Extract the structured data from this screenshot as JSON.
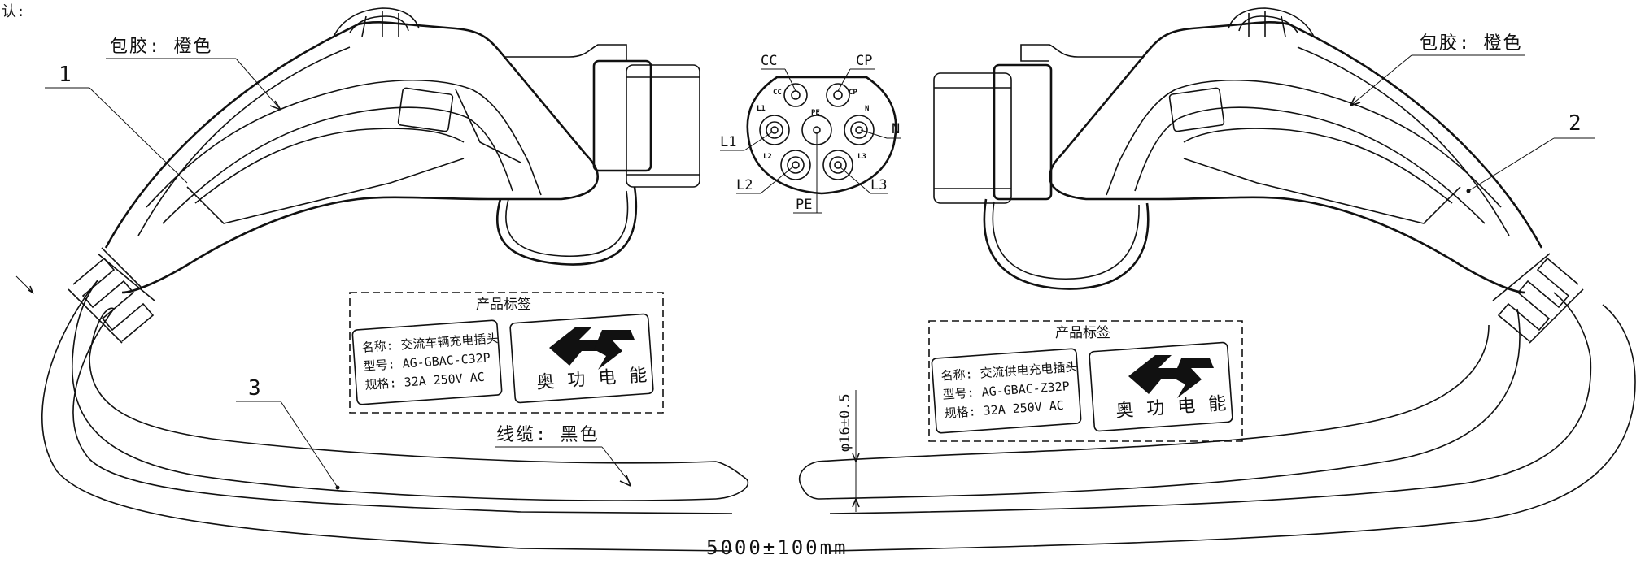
{
  "corner_text": "认:",
  "left_plug": {
    "callout_number": "1",
    "cover_note": "包胶: 橙色"
  },
  "right_plug": {
    "callout_number": "2",
    "cover_note": "包胶: 橙色"
  },
  "cable": {
    "callout_number": "3",
    "note": "线缆: 黑色",
    "diameter": "φ16±0.5",
    "length": "5000±100mm"
  },
  "pinout": {
    "labels": {
      "cc": "CC",
      "cp": "CP",
      "l1": "L1",
      "n": "N",
      "l2": "L2",
      "l3": "L3",
      "pe": "PE"
    },
    "inner": {
      "cc": "CC",
      "cp": "CP",
      "l1": "L1",
      "n": "N",
      "l2": "L2",
      "l3": "L3",
      "pe": "PE"
    }
  },
  "left_label": {
    "title": "产品标签",
    "name": "名称: 交流车辆充电插头",
    "model": "型号: AG-GBAC-C32P",
    "spec": "规格: 32A 250V AC",
    "logo_text": "奥功电能"
  },
  "right_label": {
    "title": "产品标签",
    "name": "名称: 交流供电充电插头",
    "model": "型号: AG-GBAC-Z32P",
    "spec": "规格: 32A 250V AC",
    "logo_text": "奥功电能"
  }
}
